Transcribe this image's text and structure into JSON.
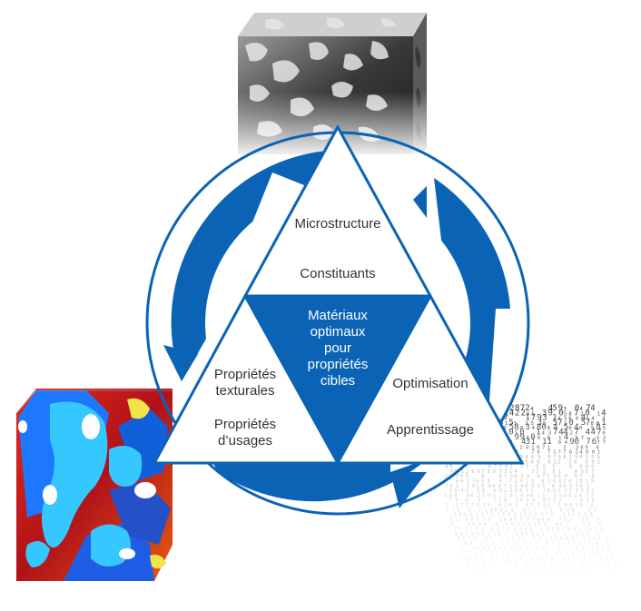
{
  "diagram": {
    "top_triangle": {
      "line1": "Microstructure",
      "line2": "Constituants"
    },
    "center_triangle": {
      "lines": [
        "Matériaux",
        "optimaux",
        "pour",
        "propriétés",
        "cibles"
      ]
    },
    "left_triangle": {
      "line1a": "Propriétés",
      "line1b": "texturales",
      "line2a": "Propriétés",
      "line2b": "d’usages"
    },
    "right_triangle": {
      "line1": "Optimisation",
      "line2": "Apprentissage"
    },
    "images": {
      "top": "microstructure-3d-volume",
      "left": "heatmap-3d-volume",
      "right": "numeric-data-cloud"
    },
    "colors": {
      "accent_blue": "#0b63b5",
      "triangle_fill": "#ffffff",
      "triangle_stroke": "#0b63b5"
    }
  }
}
